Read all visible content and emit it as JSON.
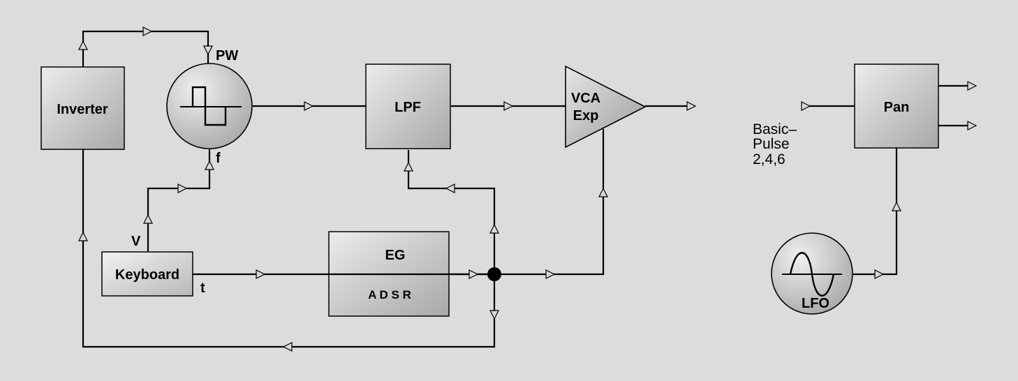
{
  "modules": {
    "inverter": "Inverter",
    "lpf": "LPF",
    "vca_line1": "VCA",
    "vca_line2": "Exp",
    "keyboard": "Keyboard",
    "eg_title": "EG",
    "eg_stages": "A D S R",
    "pan": "Pan",
    "lfo": "LFO"
  },
  "ports": {
    "pw": "PW",
    "f": "f",
    "v": "V",
    "t": "t"
  },
  "input_note": [
    "Basic–",
    "Pulse",
    "2,4,6"
  ],
  "colors": {
    "background": "#dcdcdc",
    "wire": "#000000",
    "module_light": "#ebebeb",
    "module_dark": "#a9a9a9"
  }
}
